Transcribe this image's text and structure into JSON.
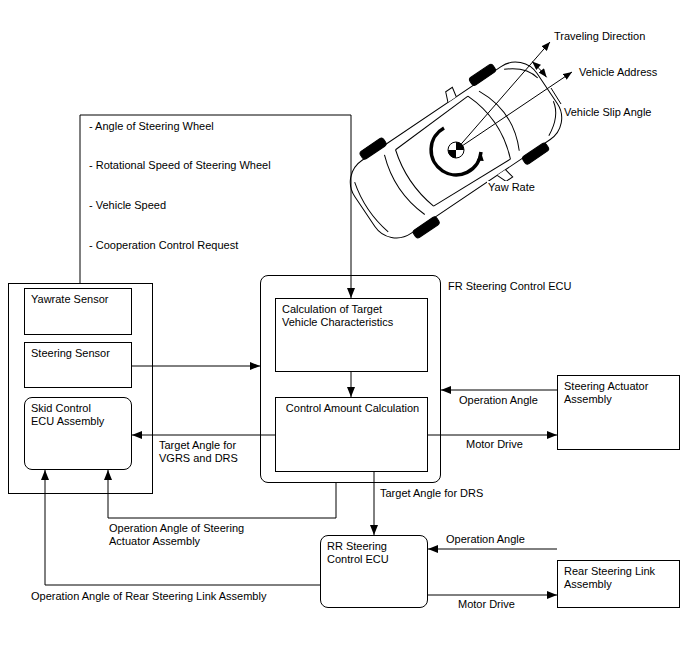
{
  "diagram": {
    "nodes": [
      {
        "text": []
      },
      {
        "text": [
          "Yawrate Sensor"
        ],
        "in": 0
      },
      {
        "text": [
          "Steering Sensor"
        ],
        "in": 0
      },
      {
        "text": [
          "Skid Control ECU Assembly"
        ],
        "in": 0
      },
      {
        "text": [
          "FR Steering Control ECU"
        ]
      },
      {
        "text": [
          "Calculation of Target Vehicle Characteristics"
        ],
        "in": 4
      },
      {
        "text": [
          "Control Amount Calculation"
        ],
        "in": 4
      },
      {
        "text": [
          "Steering Actuator Assembly"
        ]
      },
      {
        "text": [
          "RR Steering Control ECU"
        ]
      },
      {
        "text": [
          "Rear Steering Link Assembly"
        ]
      }
    ],
    "edges": [
      {
        "from": 0,
        "to": 5,
        "arrow": "to"
      },
      {
        "from": 2,
        "to": 4,
        "arrow": "to"
      },
      {
        "from": 5,
        "to": 6,
        "arrow": "to"
      },
      {
        "from": 7,
        "to": 4,
        "label": "Operation Angle",
        "arrow": "to"
      },
      {
        "from": 6,
        "to": 7,
        "label": "Motor Drive",
        "arrow": "to"
      },
      {
        "from": 6,
        "to": 3,
        "label": "Target Angle for VGRS and DRS",
        "arrow": "to"
      },
      {
        "from": 6,
        "to": 8,
        "label": "Target Angle for DRS",
        "arrow": "to"
      },
      {
        "from": 4,
        "to": 3,
        "label": "Operation Angle of Steering Actuator Assembly",
        "arrow": "to"
      },
      {
        "from": 8,
        "to": 3,
        "label": "Operation Angle of Rear Steering Link Assembly",
        "arrow": "to"
      },
      {
        "from": 9,
        "to": 8,
        "label": "Operation Angle",
        "arrow": "to"
      },
      {
        "from": 8,
        "to": 9,
        "label": "Motor Drive",
        "arrow": "to"
      }
    ],
    "labels": [
      "- Angle of Steering Wheel",
      "- Rotational Speed of Steering Wheel",
      "- Vehicle Speed",
      "- Cooperation Control Request",
      "Traveling Direction",
      "Vehicle Address",
      "Vehicle Slip Angle",
      "Yaw Rate"
    ]
  }
}
